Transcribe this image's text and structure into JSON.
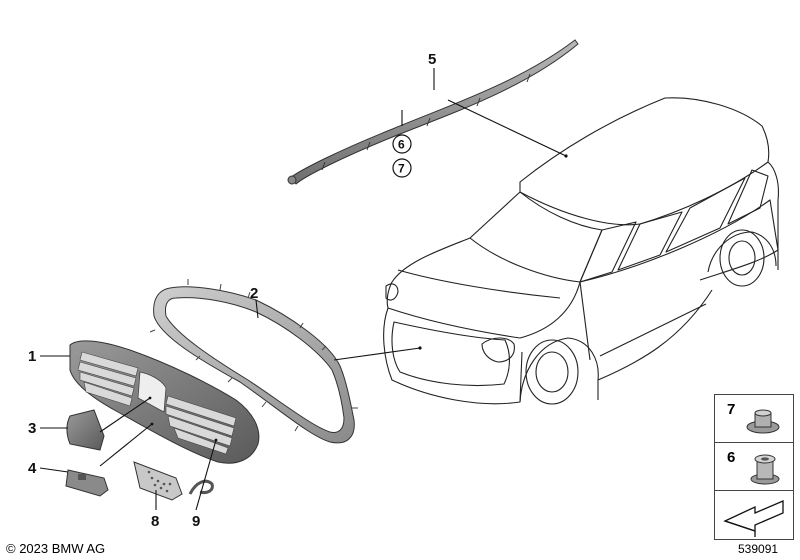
{
  "callouts": {
    "c1": "1",
    "c2": "2",
    "c3": "3",
    "c4": "4",
    "c5": "5",
    "c6": "6",
    "c7": "7",
    "c8": "8",
    "c9": "9"
  },
  "side_panel": {
    "cell_top": "7",
    "cell_middle": "6"
  },
  "footer": {
    "copyright": "© 2023 BMW AG",
    "diagram_id": "539091"
  }
}
